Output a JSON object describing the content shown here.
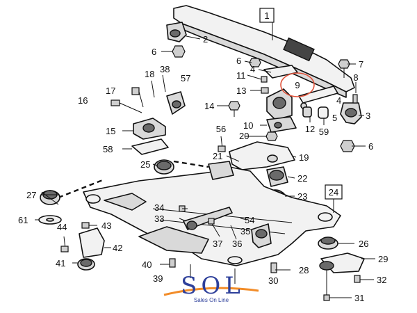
{
  "callouts": {
    "c1": "1",
    "c2": "2",
    "c3": "3",
    "c4a": "4",
    "c4b": "4",
    "c5": "5",
    "c6a": "6",
    "c6b": "6",
    "c6c": "6",
    "c7": "7",
    "c8": "8",
    "c9": "9",
    "c10": "10",
    "c11": "11",
    "c12": "12",
    "c13": "13",
    "c14": "14",
    "c15": "15",
    "c16": "16",
    "c17": "17",
    "c18": "18",
    "c19": "19",
    "c20": "20",
    "c21": "21",
    "c22": "22",
    "c23": "23",
    "c24": "24",
    "c25": "25",
    "c26": "26",
    "c27": "27",
    "c28": "28",
    "c29": "29",
    "c30": "30",
    "c31": "31",
    "c32": "32",
    "c33": "33",
    "c34": "34",
    "c35": "35",
    "c36": "36",
    "c37": "37",
    "c38": "38",
    "c39": "39",
    "c40": "40",
    "c41": "41",
    "c42": "42",
    "c43": "43",
    "c44": "44",
    "c54": "54",
    "c56": "56",
    "c57": "57",
    "c58": "58",
    "c59": "59",
    "c61": "61"
  },
  "logo": {
    "text": "SOL",
    "tagline": "Sales On Line"
  },
  "colors": {
    "highlight_ring": "#e0523a",
    "logo_blue": "#2d3f9a",
    "logo_orange": "#f28c28"
  }
}
